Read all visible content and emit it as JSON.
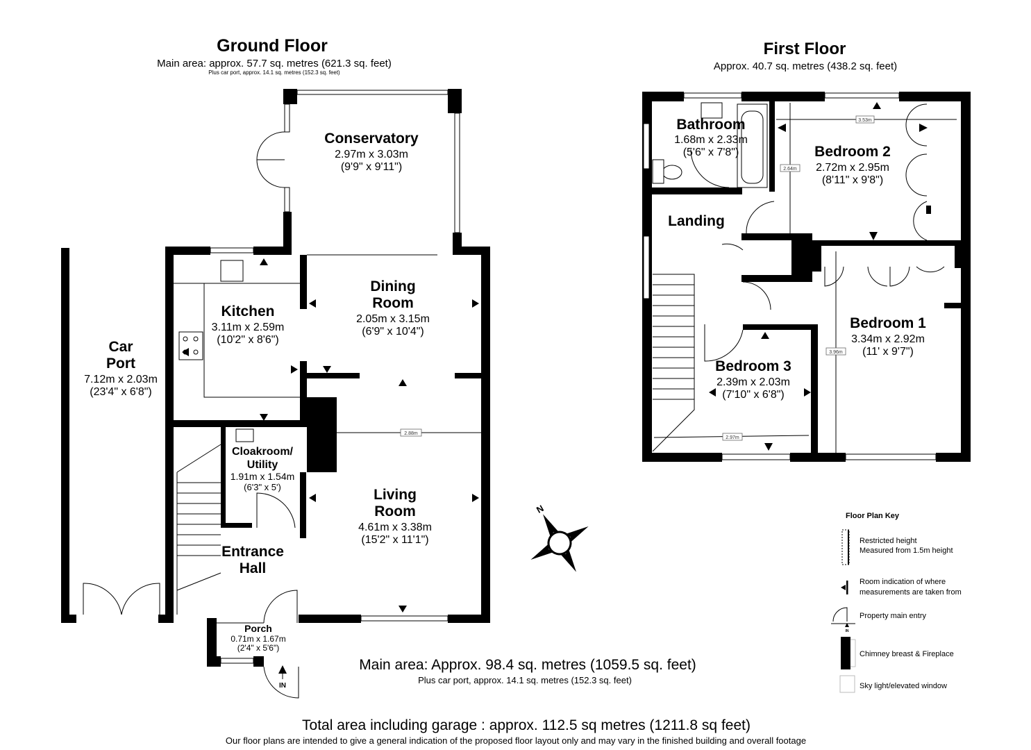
{
  "ground_floor": {
    "title": "Ground Floor",
    "main_area": "Main area: approx. 57.7 sq. metres (621.3 sq. feet)",
    "car_port_note": "Plus car port, approx. 14.1 sq. metres (152.3 sq. feet)",
    "rooms": {
      "conservatory": {
        "name": "Conservatory",
        "metric": "2.97m x 3.03m",
        "imperial": "(9'9\" x 9'11\")"
      },
      "kitchen": {
        "name": "Kitchen",
        "metric": "3.11m x 2.59m",
        "imperial": "(10'2\" x 8'6\")"
      },
      "dining": {
        "name1": "Dining",
        "name2": "Room",
        "metric": "2.05m x 3.15m",
        "imperial": "(6'9\" x 10'4\")"
      },
      "car_port": {
        "name1": "Car",
        "name2": "Port",
        "metric": "7.12m x 2.03m",
        "imperial": "(23'4\" x 6'8\")"
      },
      "cloakroom": {
        "name1": "Cloakroom/",
        "name2": "Utility",
        "metric": "1.91m x 1.54m",
        "imperial": "(6'3\" x 5')"
      },
      "living": {
        "name1": "Living",
        "name2": "Room",
        "metric": "4.61m x 3.38m",
        "imperial": "(15'2\" x 11'1\")"
      },
      "entrance": {
        "name1": "Entrance",
        "name2": "Hall"
      },
      "porch": {
        "name": "Porch",
        "metric": "0.71m x 1.67m",
        "imperial": "(2'4\" x 5'6\")"
      }
    },
    "measure_tag": "2.88m",
    "entry_label": "IN"
  },
  "first_floor": {
    "title": "First Floor",
    "area": "Approx. 40.7 sq. metres (438.2 sq. feet)",
    "rooms": {
      "bathroom": {
        "name": "Bathroom",
        "metric": "1.68m x 2.33m",
        "imperial": "(5'6\" x 7'8\")"
      },
      "bedroom2": {
        "name": "Bedroom 2",
        "metric": "2.72m x 2.95m",
        "imperial": "(8'11\" x 9'8\")"
      },
      "landing": {
        "name": "Landing"
      },
      "bedroom1": {
        "name": "Bedroom 1",
        "metric": "3.34m x 2.92m",
        "imperial": "(11' x 9'7\")"
      },
      "bedroom3": {
        "name": "Bedroom 3",
        "metric": "2.39m x 2.03m",
        "imperial": "(7'10\" x 6'8\")"
      }
    },
    "measure_tags": {
      "bed2_width": "3.53m",
      "bed2_height": "2.64m",
      "bed1_height": "3.96m",
      "bed3_width": "2.97m"
    }
  },
  "compass": {
    "label": "N"
  },
  "key": {
    "title": "Floor Plan Key",
    "items": [
      {
        "line1": "Restricted height",
        "line2": "Measured from 1.5m height"
      },
      {
        "line1": "Room indication of where",
        "line2": "measurements are taken from"
      },
      {
        "line1": "Property main entry",
        "sub": "IN"
      },
      {
        "line1": "Chimney breast & Fireplace"
      },
      {
        "line1": "Sky light/elevated window"
      }
    ]
  },
  "summary": {
    "main_area": "Main area: Approx. 98.4 sq. metres (1059.5 sq. feet)",
    "car_port": "Plus car port, approx. 14.1 sq. metres (152.3 sq. feet)",
    "total": "Total area including garage : approx. 112.5 sq metres (1211.8 sq feet)",
    "disclaimer": "Our floor plans are intended to give a general indication of the proposed floor layout only and may vary in the finished building and overall footage"
  }
}
